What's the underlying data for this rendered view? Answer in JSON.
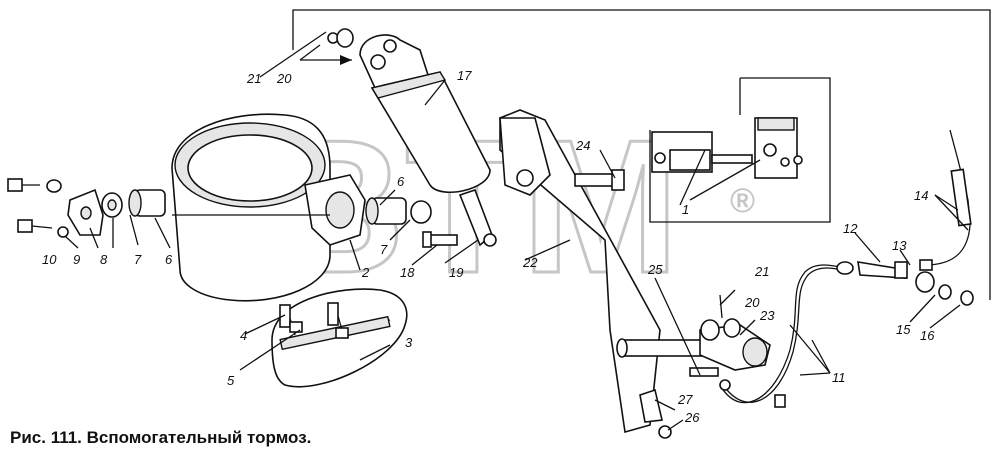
{
  "caption": "Рис. 111. Вспомогательный тормоз.",
  "watermark": {
    "text": "BTM",
    "mark": "®"
  },
  "callouts": [
    {
      "id": "c1",
      "text": "1"
    },
    {
      "id": "c2",
      "text": "2"
    },
    {
      "id": "c3",
      "text": "3"
    },
    {
      "id": "c4",
      "text": "4"
    },
    {
      "id": "c5",
      "text": "5"
    },
    {
      "id": "c6a",
      "text": "6"
    },
    {
      "id": "c6b",
      "text": "6"
    },
    {
      "id": "c7a",
      "text": "7"
    },
    {
      "id": "c7b",
      "text": "7"
    },
    {
      "id": "c8",
      "text": "8"
    },
    {
      "id": "c9",
      "text": "9"
    },
    {
      "id": "c10",
      "text": "10"
    },
    {
      "id": "c11",
      "text": "11"
    },
    {
      "id": "c12",
      "text": "12"
    },
    {
      "id": "c13",
      "text": "13"
    },
    {
      "id": "c14",
      "text": "14"
    },
    {
      "id": "c15",
      "text": "15"
    },
    {
      "id": "c16",
      "text": "16"
    },
    {
      "id": "c17",
      "text": "17"
    },
    {
      "id": "c18",
      "text": "18"
    },
    {
      "id": "c19",
      "text": "19"
    },
    {
      "id": "c20a",
      "text": "20"
    },
    {
      "id": "c20b",
      "text": "20"
    },
    {
      "id": "c21a",
      "text": "21"
    },
    {
      "id": "c21b",
      "text": "21"
    },
    {
      "id": "c22",
      "text": "22"
    },
    {
      "id": "c23",
      "text": "23"
    },
    {
      "id": "c24",
      "text": "24"
    },
    {
      "id": "c25",
      "text": "25"
    },
    {
      "id": "c26",
      "text": "26"
    },
    {
      "id": "c27",
      "text": "27"
    }
  ]
}
